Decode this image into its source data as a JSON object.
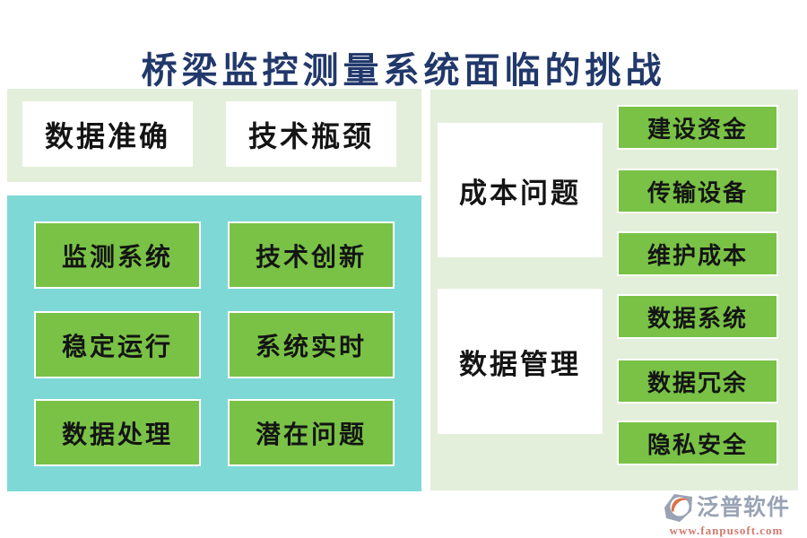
{
  "title": "桥梁监控测量系统面临的挑战",
  "colors": {
    "title": "#21386b",
    "panel_light_green": "#e3efda",
    "panel_teal": "#7ed8d6",
    "card_green": "#79c246",
    "card_text": "#141414",
    "brand_gray": "#98a3b4",
    "brand_red": "#cf7a6e"
  },
  "left_top": {
    "items": [
      "数据准确",
      "技术瓶颈"
    ]
  },
  "left_main": {
    "items": [
      "监测系统",
      "技术创新",
      "稳定运行",
      "系统实时",
      "数据处理",
      "潜在问题"
    ]
  },
  "right": {
    "groups": [
      {
        "label": "成本问题",
        "items": [
          "建设资金",
          "传输设备",
          "维护成本"
        ]
      },
      {
        "label": "数据管理",
        "items": [
          "数据系统",
          "数据冗余",
          "隐私安全"
        ]
      }
    ]
  },
  "footer": {
    "brand": "泛普软件",
    "url": "www.fanpusoft.com",
    "logo_icon": "fanpu-logo-icon"
  }
}
